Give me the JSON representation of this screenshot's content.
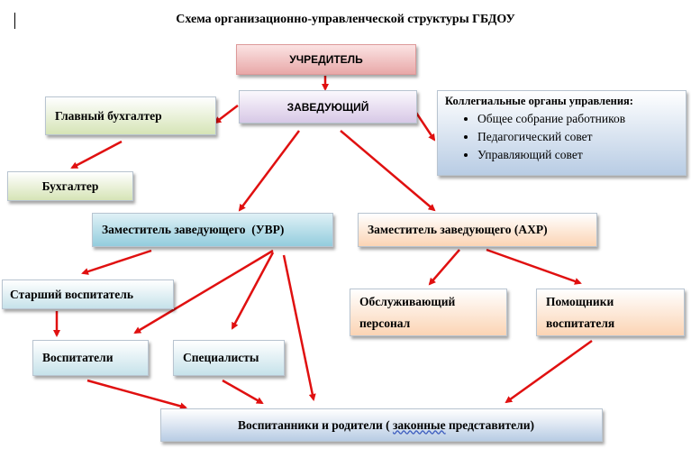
{
  "title": "Схема организационно-управленческой структуры ГБДОУ",
  "boxes": {
    "founder": "УЧРЕДИТЕЛЬ",
    "head": "ЗАВЕДУЮЩИЙ",
    "chief_accountant": "Главный бухгалтер",
    "accountant": "Бухгалтер",
    "collegial": {
      "heading": "Коллегиальные органы управления:",
      "items": [
        "Общее собрание работников",
        "Педагогический совет",
        "Управляющий совет"
      ]
    },
    "deputy_uvr": "Заместитель заведующего  (УВР)",
    "deputy_ahr": "Заместитель заведующего (АХР)",
    "senior_teacher": "Старший воспитатель",
    "teachers": "Воспитатели",
    "specialists": "Специалисты",
    "service_staff": "Обслуживающий персонал",
    "assistants": "Помощники воспитателя",
    "pupils_parents": {
      "before": "Воспитанники и родители ( ",
      "underlined": "законные",
      "after": " представители)"
    }
  },
  "colors": {
    "arrow": "#e01010"
  }
}
